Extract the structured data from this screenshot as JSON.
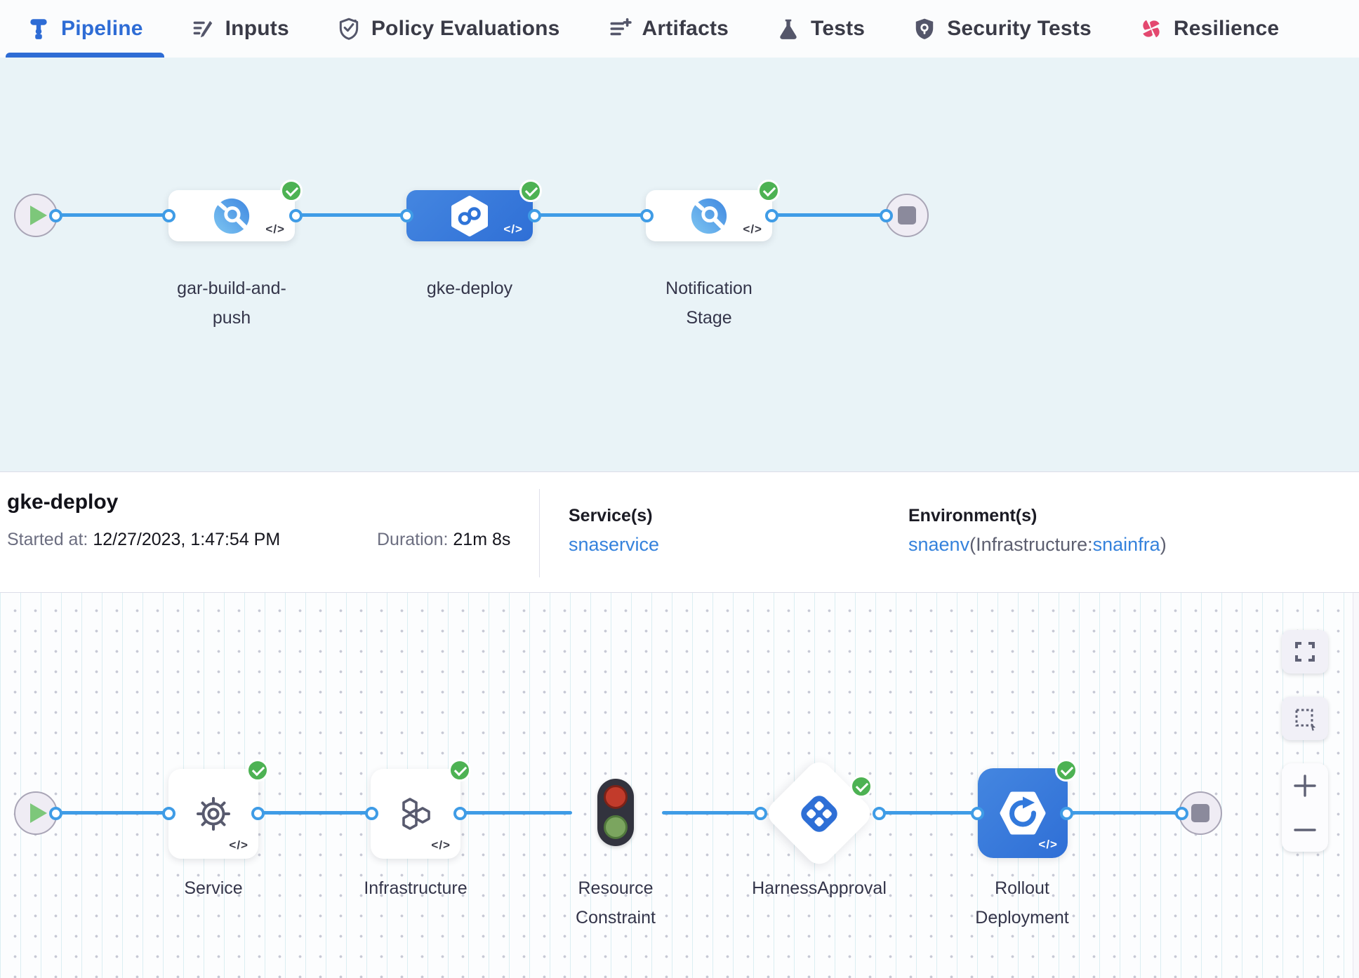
{
  "tabs": [
    {
      "label": "Pipeline",
      "icon": "pipeline-icon",
      "active": true
    },
    {
      "label": "Inputs",
      "icon": "inputs-icon",
      "active": false
    },
    {
      "label": "Policy Evaluations",
      "icon": "policy-evaluations-icon",
      "active": false
    },
    {
      "label": "Artifacts",
      "icon": "artifacts-icon",
      "active": false
    },
    {
      "label": "Tests",
      "icon": "tests-icon",
      "active": false
    },
    {
      "label": "Security Tests",
      "icon": "security-tests-icon",
      "active": false
    },
    {
      "label": "Resilience",
      "icon": "resilience-icon",
      "active": false
    }
  ],
  "stage_pipeline": {
    "stages": [
      {
        "name": "gar-build-and-push",
        "type": "build",
        "status": "success",
        "selected": false
      },
      {
        "name": "gke-deploy",
        "type": "deploy",
        "status": "success",
        "selected": true
      },
      {
        "name": "Notification Stage",
        "type": "build",
        "status": "success",
        "selected": false
      }
    ]
  },
  "details": {
    "title": "gke-deploy",
    "started_label": "Started at:",
    "started_value": "12/27/2023, 1:47:54 PM",
    "duration_label": "Duration:",
    "duration_value": "21m 8s",
    "services_label": "Service(s)",
    "services_value": "snaservice",
    "environments_label": "Environment(s)",
    "environment_link": "snaenv",
    "environment_mid": "(Infrastructure:",
    "environment_infra_link": "snainfra",
    "environment_end": ")"
  },
  "step_pipeline": {
    "steps": [
      {
        "name": "Service",
        "type": "service",
        "status": "success"
      },
      {
        "name": "Infrastructure",
        "type": "infrastructure",
        "status": "success"
      },
      {
        "name": "Resource Constraint",
        "type": "resource-constraint",
        "status": "none"
      },
      {
        "name": "HarnessApproval",
        "type": "approval",
        "status": "success"
      },
      {
        "name": "Rollout Deployment",
        "type": "rollout",
        "status": "success"
      }
    ]
  },
  "code_badge": "</>",
  "colors": {
    "accent_blue": "#2e6cd5",
    "edge_blue": "#3f9ce6",
    "success_green": "#4db253",
    "link_blue": "#3582dc",
    "resilience_pink": "#e3486f",
    "stage_canvas_bg": "#e9f3f7"
  }
}
